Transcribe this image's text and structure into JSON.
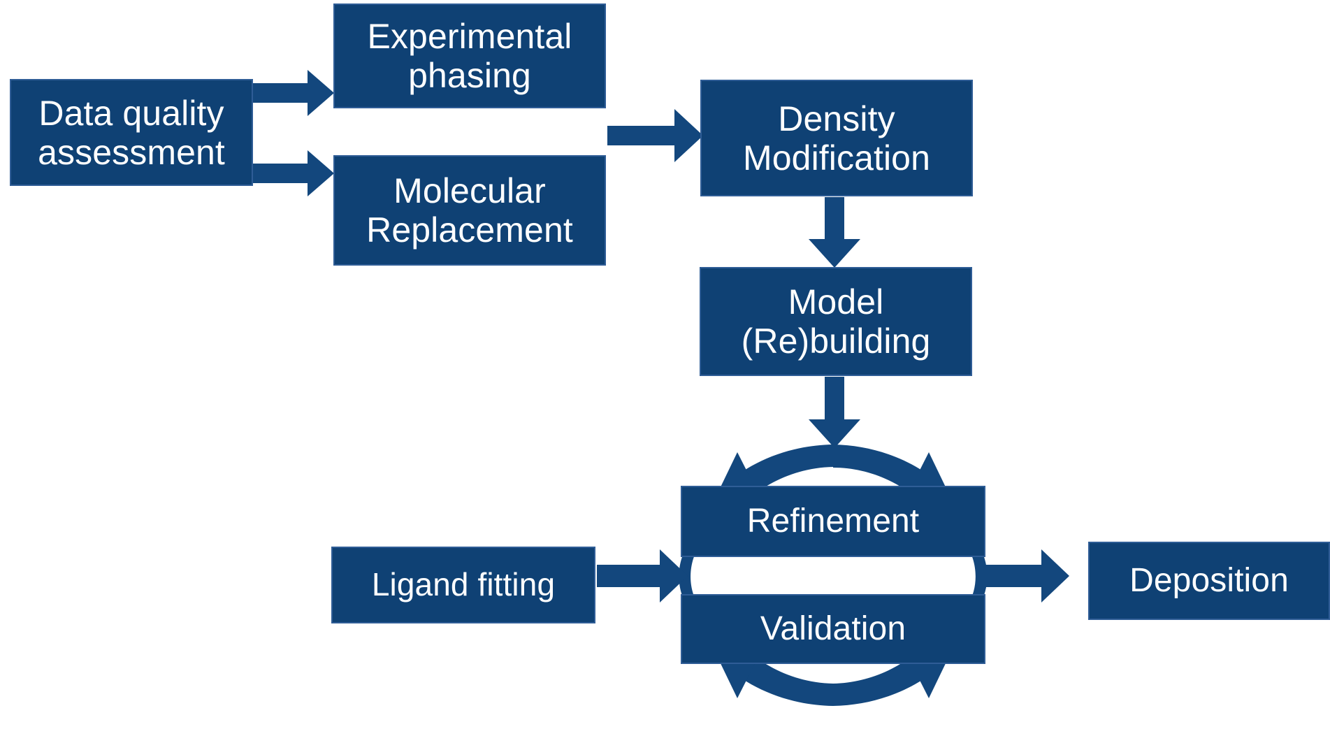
{
  "diagram": {
    "title": "Macromolecular crystallography structure solution workflow",
    "accent_color": "#0F4174",
    "border_color": "#2F5D96",
    "arrow_color": "#13477D",
    "background_color": "#FFFFFF",
    "text_color": "#FFFFFF"
  },
  "nodes": {
    "data_quality": "Data quality\nassessment",
    "experimental_phasing": "Experimental\nphasing",
    "molecular_replacement": "Molecular\nReplacement",
    "density_modification": "Density\nModification",
    "model_rebuilding": "Model\n(Re)building",
    "refinement": "Refinement",
    "validation": "Validation",
    "ligand_fitting": "Ligand fitting",
    "deposition": "Deposition"
  },
  "connectors": {
    "dq_to_ep": "arrow-right",
    "dq_to_mr": "arrow-right",
    "phasing_to_dm": "arrow-right",
    "dm_to_model": "arrow-down",
    "model_to_cycle": "arrow-down",
    "ligand_to_cycle": "arrow-right",
    "cycle_to_deposition": "arrow-right",
    "refinement_validation_cycle": "circular-arrow-cycle"
  }
}
